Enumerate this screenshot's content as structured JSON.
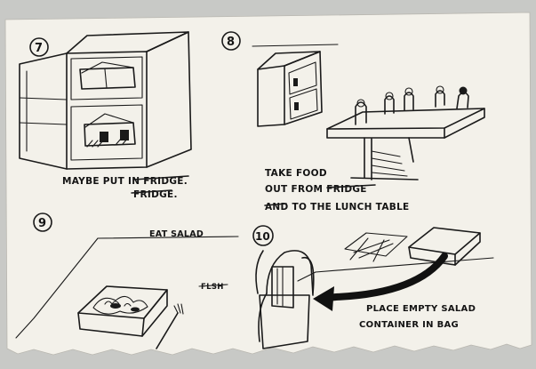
{
  "panels": [
    {
      "number": "7",
      "caption_lines": [
        "MAYBE PUT IN FRIDGE.",
        "FRIDGE."
      ],
      "struck": [
        "FRIDGE"
      ]
    },
    {
      "number": "8",
      "caption_lines": [
        "TAKE FOOD",
        "OUT FROM FRIDGE",
        "AND TO THE LUNCH TABLE"
      ]
    },
    {
      "number": "9",
      "caption_lines": [
        "EAT SALAD",
        "FLSH"
      ]
    },
    {
      "number": "10",
      "caption_lines": [
        "PLACE EMPTY SALAD",
        "CONTAINER IN BAG"
      ]
    }
  ],
  "colors": {
    "paper": "#f3f1ea",
    "ink": "#141414",
    "wall": "#c9c9c6"
  }
}
